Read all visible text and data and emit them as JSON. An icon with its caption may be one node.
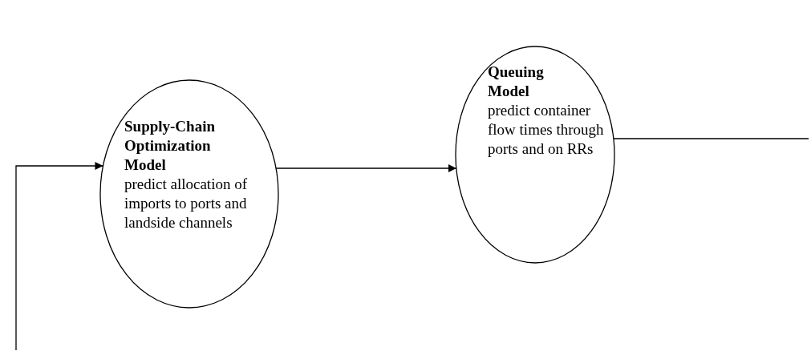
{
  "diagram": {
    "nodes": [
      {
        "text": [
          "Supply-Chain Optimization Model",
          "predict allocation of imports to ports and landside channels"
        ]
      },
      {
        "text": [
          "Queuing Model",
          "predict container flow times through ports and on RRs"
        ]
      }
    ],
    "edges": [
      {
        "from": null,
        "to": 0,
        "arrow": "to"
      },
      {
        "from": 0,
        "to": 1,
        "arrow": "to"
      },
      {
        "from": 1,
        "to": null,
        "arrow": "none"
      }
    ]
  }
}
